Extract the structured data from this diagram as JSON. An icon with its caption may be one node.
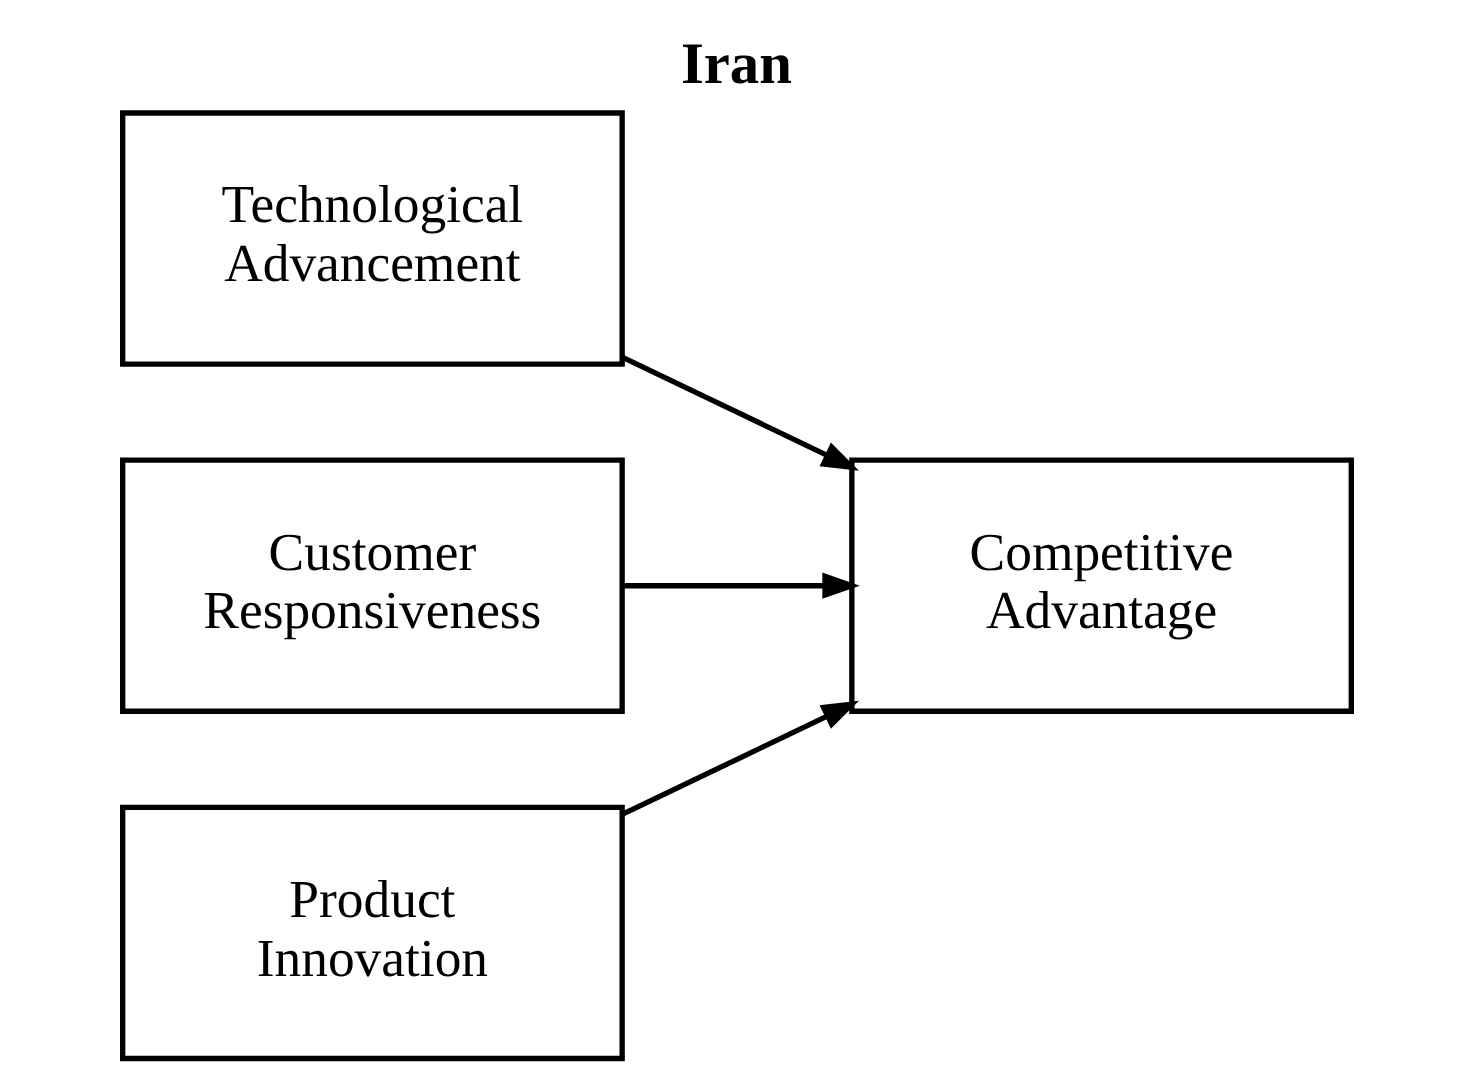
{
  "diagram": {
    "title": "Iran",
    "nodes": [
      {
        "text": [
          "Technological Advancement"
        ]
      },
      {
        "text": [
          "Customer Responsiveness"
        ]
      },
      {
        "text": [
          "Product Innovation"
        ]
      },
      {
        "text": [
          "Competitive Advantage"
        ]
      }
    ],
    "edges": [
      {
        "from": 0,
        "to": 3,
        "arrow": "to"
      },
      {
        "from": 1,
        "to": 3,
        "arrow": "to"
      },
      {
        "from": 2,
        "to": 3,
        "arrow": "to"
      }
    ]
  }
}
